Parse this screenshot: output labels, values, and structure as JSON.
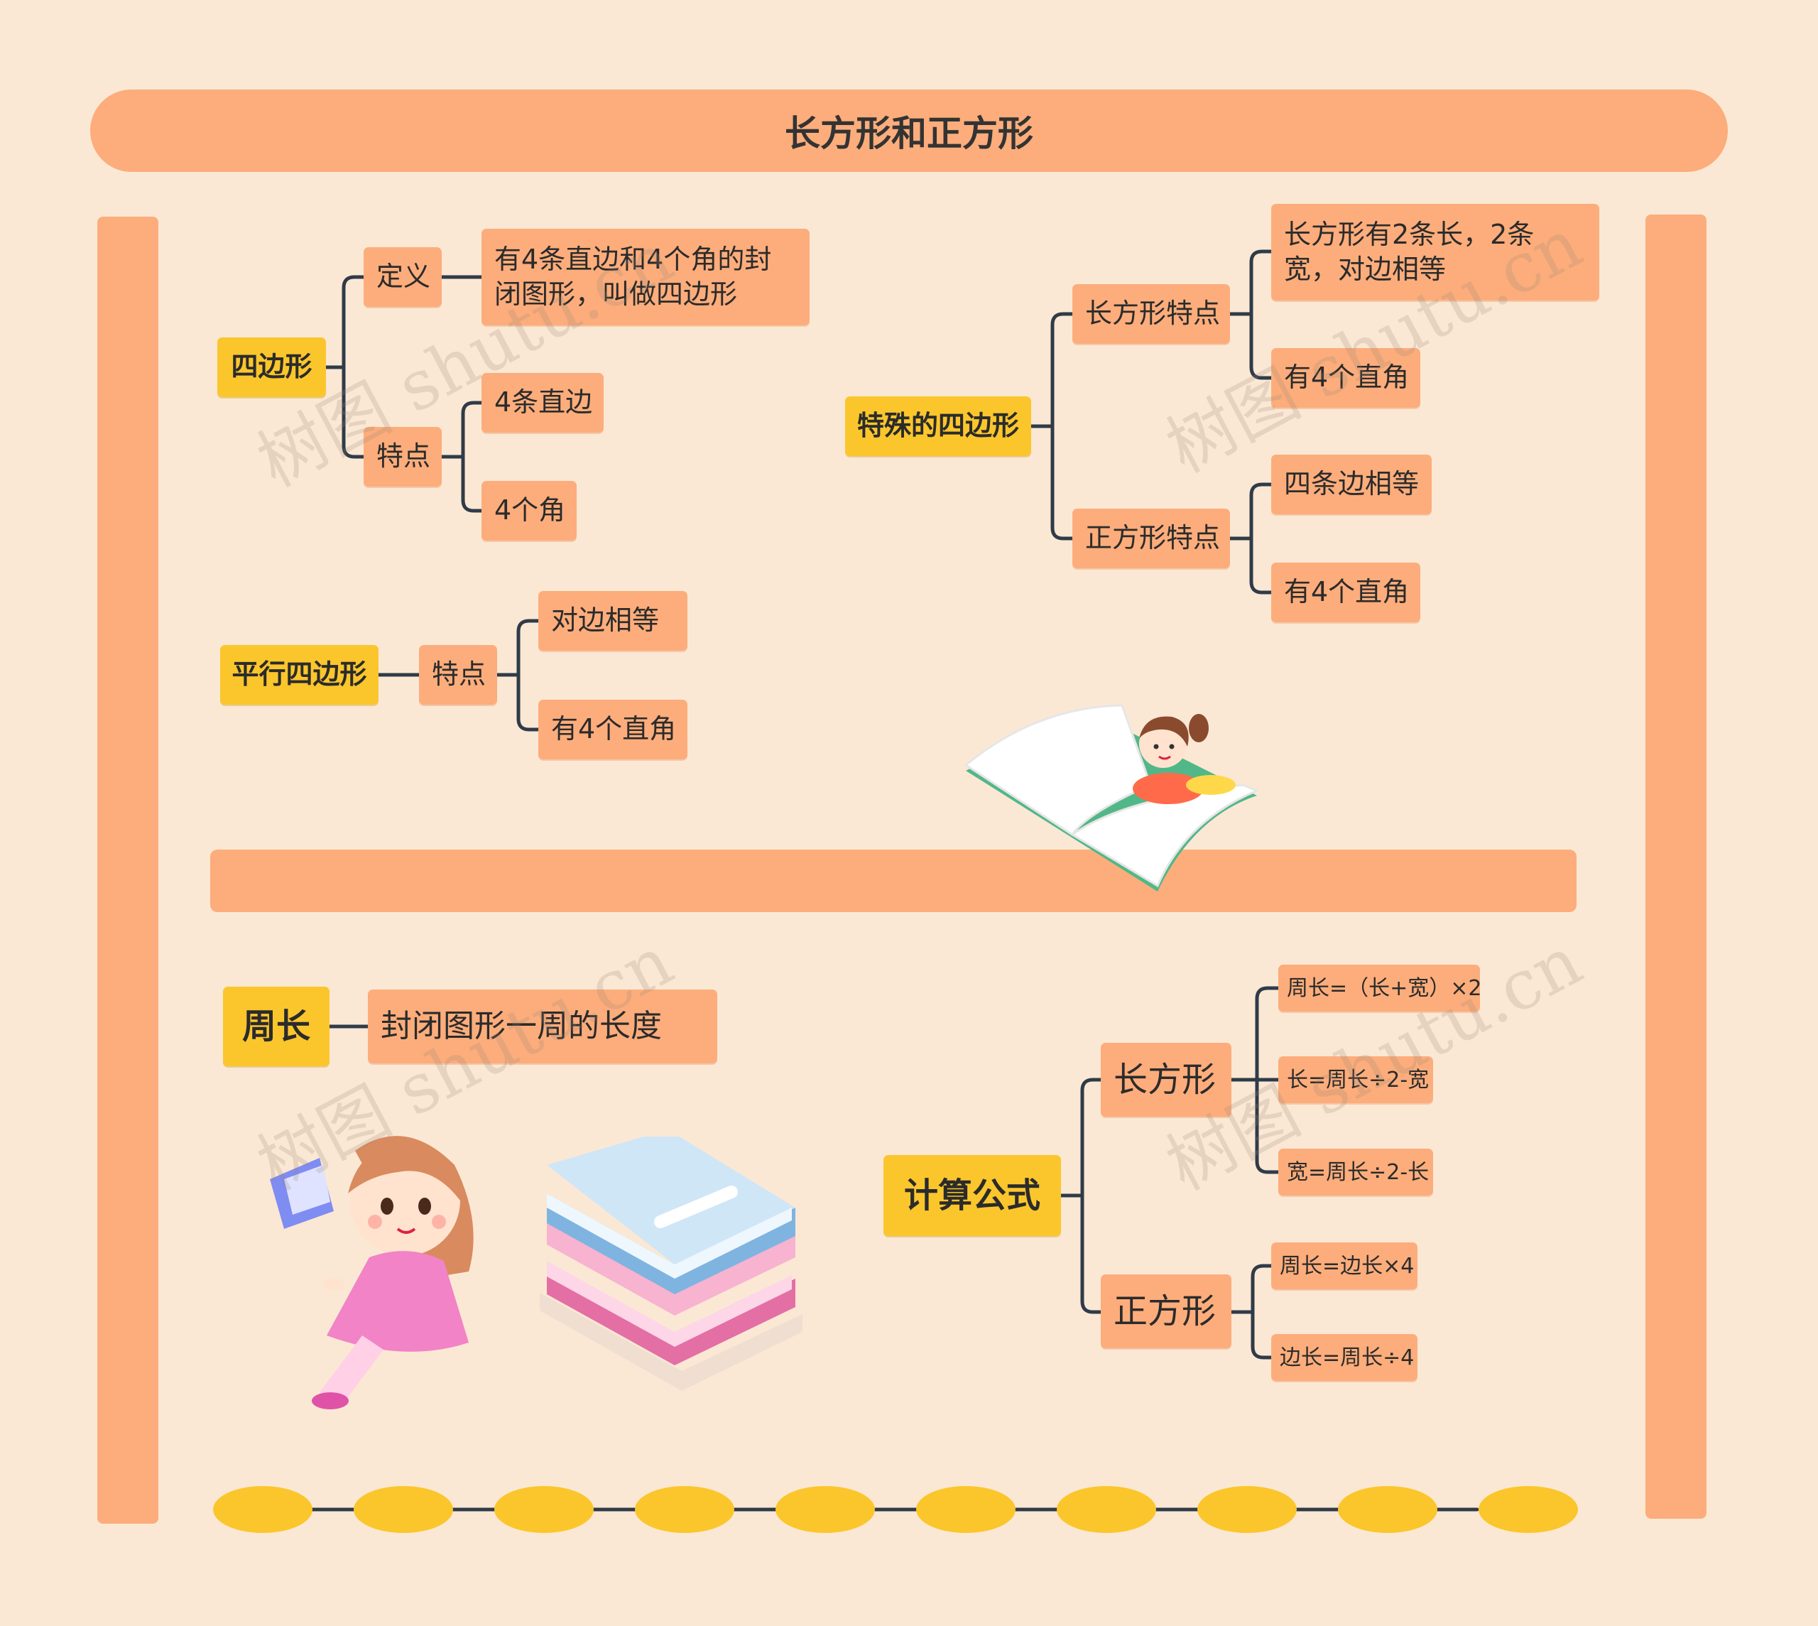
{
  "title": "长方形和正方形",
  "quadrilateral": {
    "root": "四边形",
    "definition_label": "定义",
    "definition_text": "有4条直边和4个角的封闭图形，叫做四边形",
    "features_label": "特点",
    "features": [
      "4条直边",
      "4个角"
    ]
  },
  "special": {
    "root": "特殊的四边形",
    "rect_label": "长方形特点",
    "rect_items": [
      "长方形有2条长，2条宽，对边相等",
      "有4个直角"
    ],
    "square_label": "正方形特点",
    "square_items": [
      "四条边相等",
      "有4个直角"
    ]
  },
  "parallelogram": {
    "root": "平行四边形",
    "features_label": "特点",
    "features": [
      "对边相等",
      "有4个直角"
    ]
  },
  "perimeter": {
    "root": "周长",
    "text": "封闭图形一周的长度"
  },
  "formulas": {
    "root": "计算公式",
    "rect_label": "长方形",
    "rect_items": [
      "周长=（长+宽）×2",
      "长=周长÷2-宽",
      "宽=周长÷2-长"
    ],
    "square_label": "正方形",
    "square_items": [
      "周长=边长×4",
      "边长=周长÷4"
    ]
  },
  "watermark": "树图 shutu.cn",
  "colors": {
    "background": "#fbe8d4",
    "node": "#fcad7b",
    "root_node": "#fbc62c",
    "connector": "#2f3b48"
  }
}
